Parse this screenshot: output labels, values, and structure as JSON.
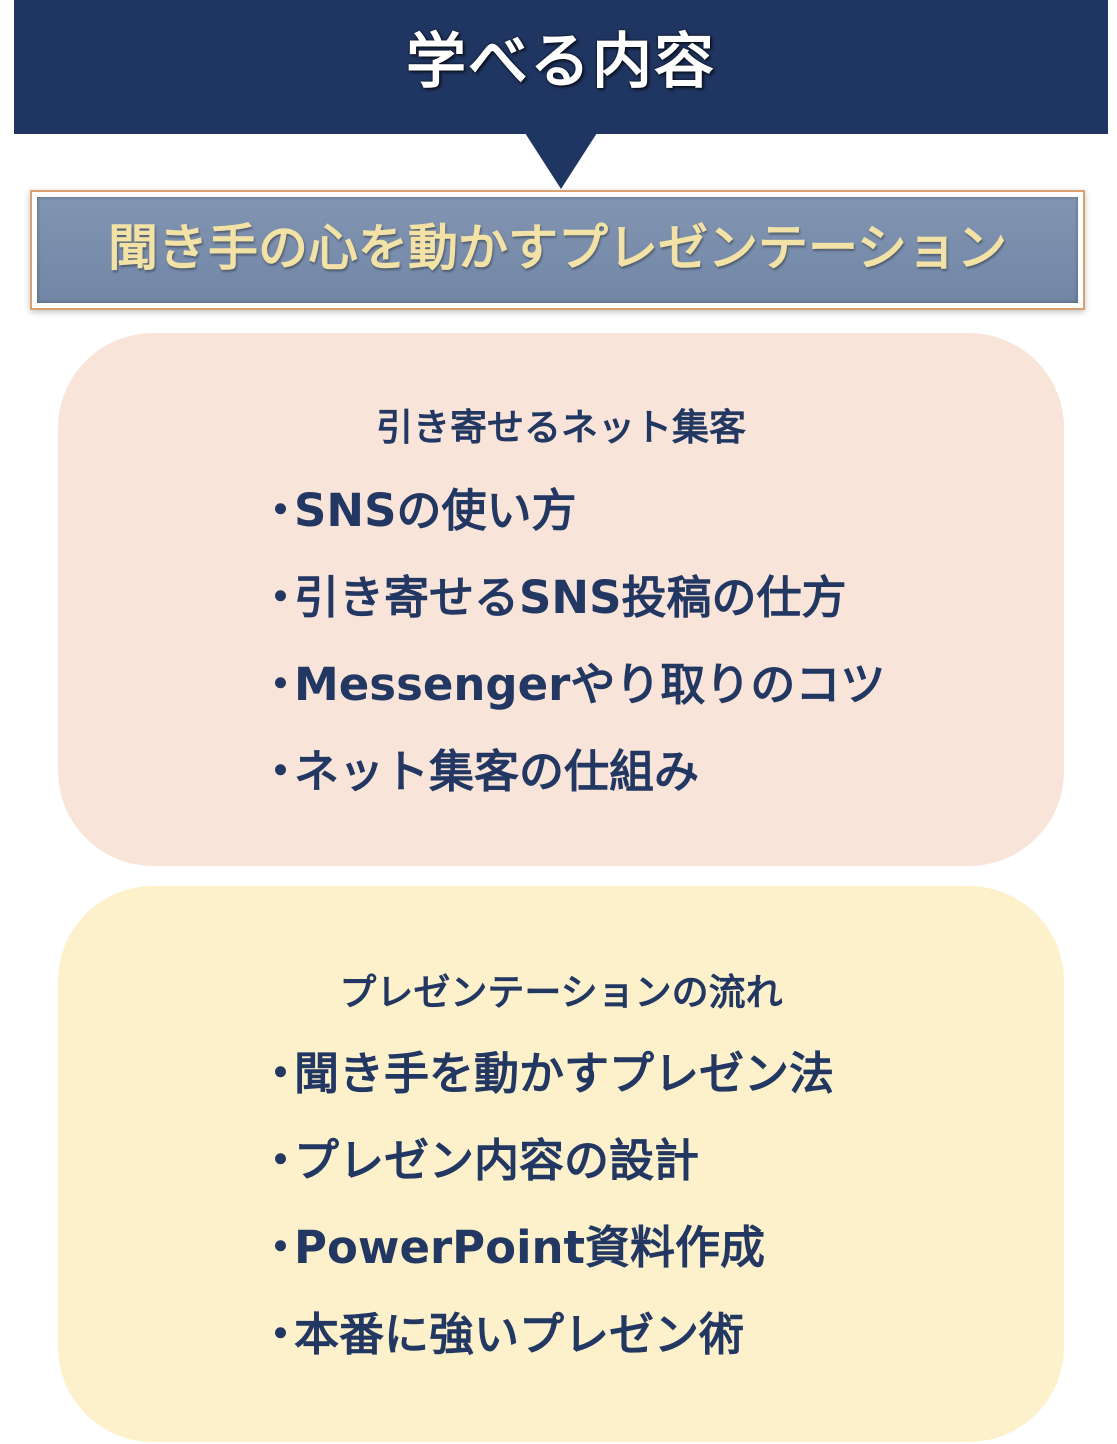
{
  "header": {
    "title": "学べる内容"
  },
  "subtitle": {
    "text": "聞き手の心を動かすプレゼンテーション"
  },
  "panels": [
    {
      "heading": "引き寄せるネット集客",
      "items": [
        "SNSの使い方",
        "引き寄せるSNS投稿の仕方",
        "Messengerやり取りのコツ",
        "ネット集客の仕組み"
      ]
    },
    {
      "heading": "プレゼンテーションの流れ",
      "items": [
        "聞き手を動かすプレゼン法",
        "プレゼン内容の設計",
        "PowerPoint資料作成",
        "本番に強いプレゼン術"
      ]
    }
  ],
  "bullet_glyph": "・",
  "colors": {
    "header_bg": "#203662",
    "subtitle_bg": "#7a8dab",
    "subtitle_text": "#f3e2a6",
    "panel1_bg": "#f9e4da",
    "panel2_bg": "#fdf1cc",
    "body_text": "#223862"
  }
}
